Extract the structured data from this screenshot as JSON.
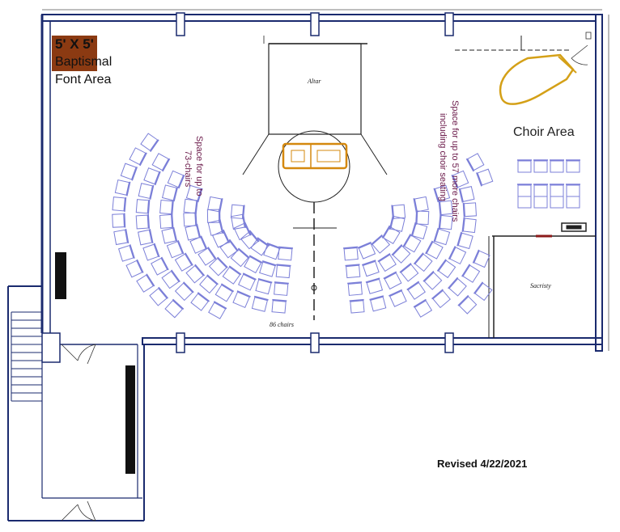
{
  "labels": {
    "font_area_line1": "5' X 5'",
    "font_area_line2": "Baptismal",
    "font_area_line3": "Font Area",
    "choir_area": "Choir Area",
    "altar": "Altar",
    "sacristy": "Sacristy",
    "chairs_count": "86 chairs",
    "left_space_line1": "Space for up to",
    "left_space_line2": "73-chairs",
    "right_space_line1": "Space for up to 57 more chairs",
    "right_space_line2": "including choir seating",
    "revised": "Revised  4/22/2021"
  },
  "colors": {
    "wall": "#1a2a6e",
    "chair": "#7b7fd8",
    "font_area_fill": "#8b3a12",
    "altar_table": "#d4880e",
    "piano": "#d4a017",
    "text_accent": "#6b1a4a"
  },
  "icons": [
    "piano-icon",
    "door-swing-icon",
    "altar-table-icon",
    "stair-icon"
  ]
}
